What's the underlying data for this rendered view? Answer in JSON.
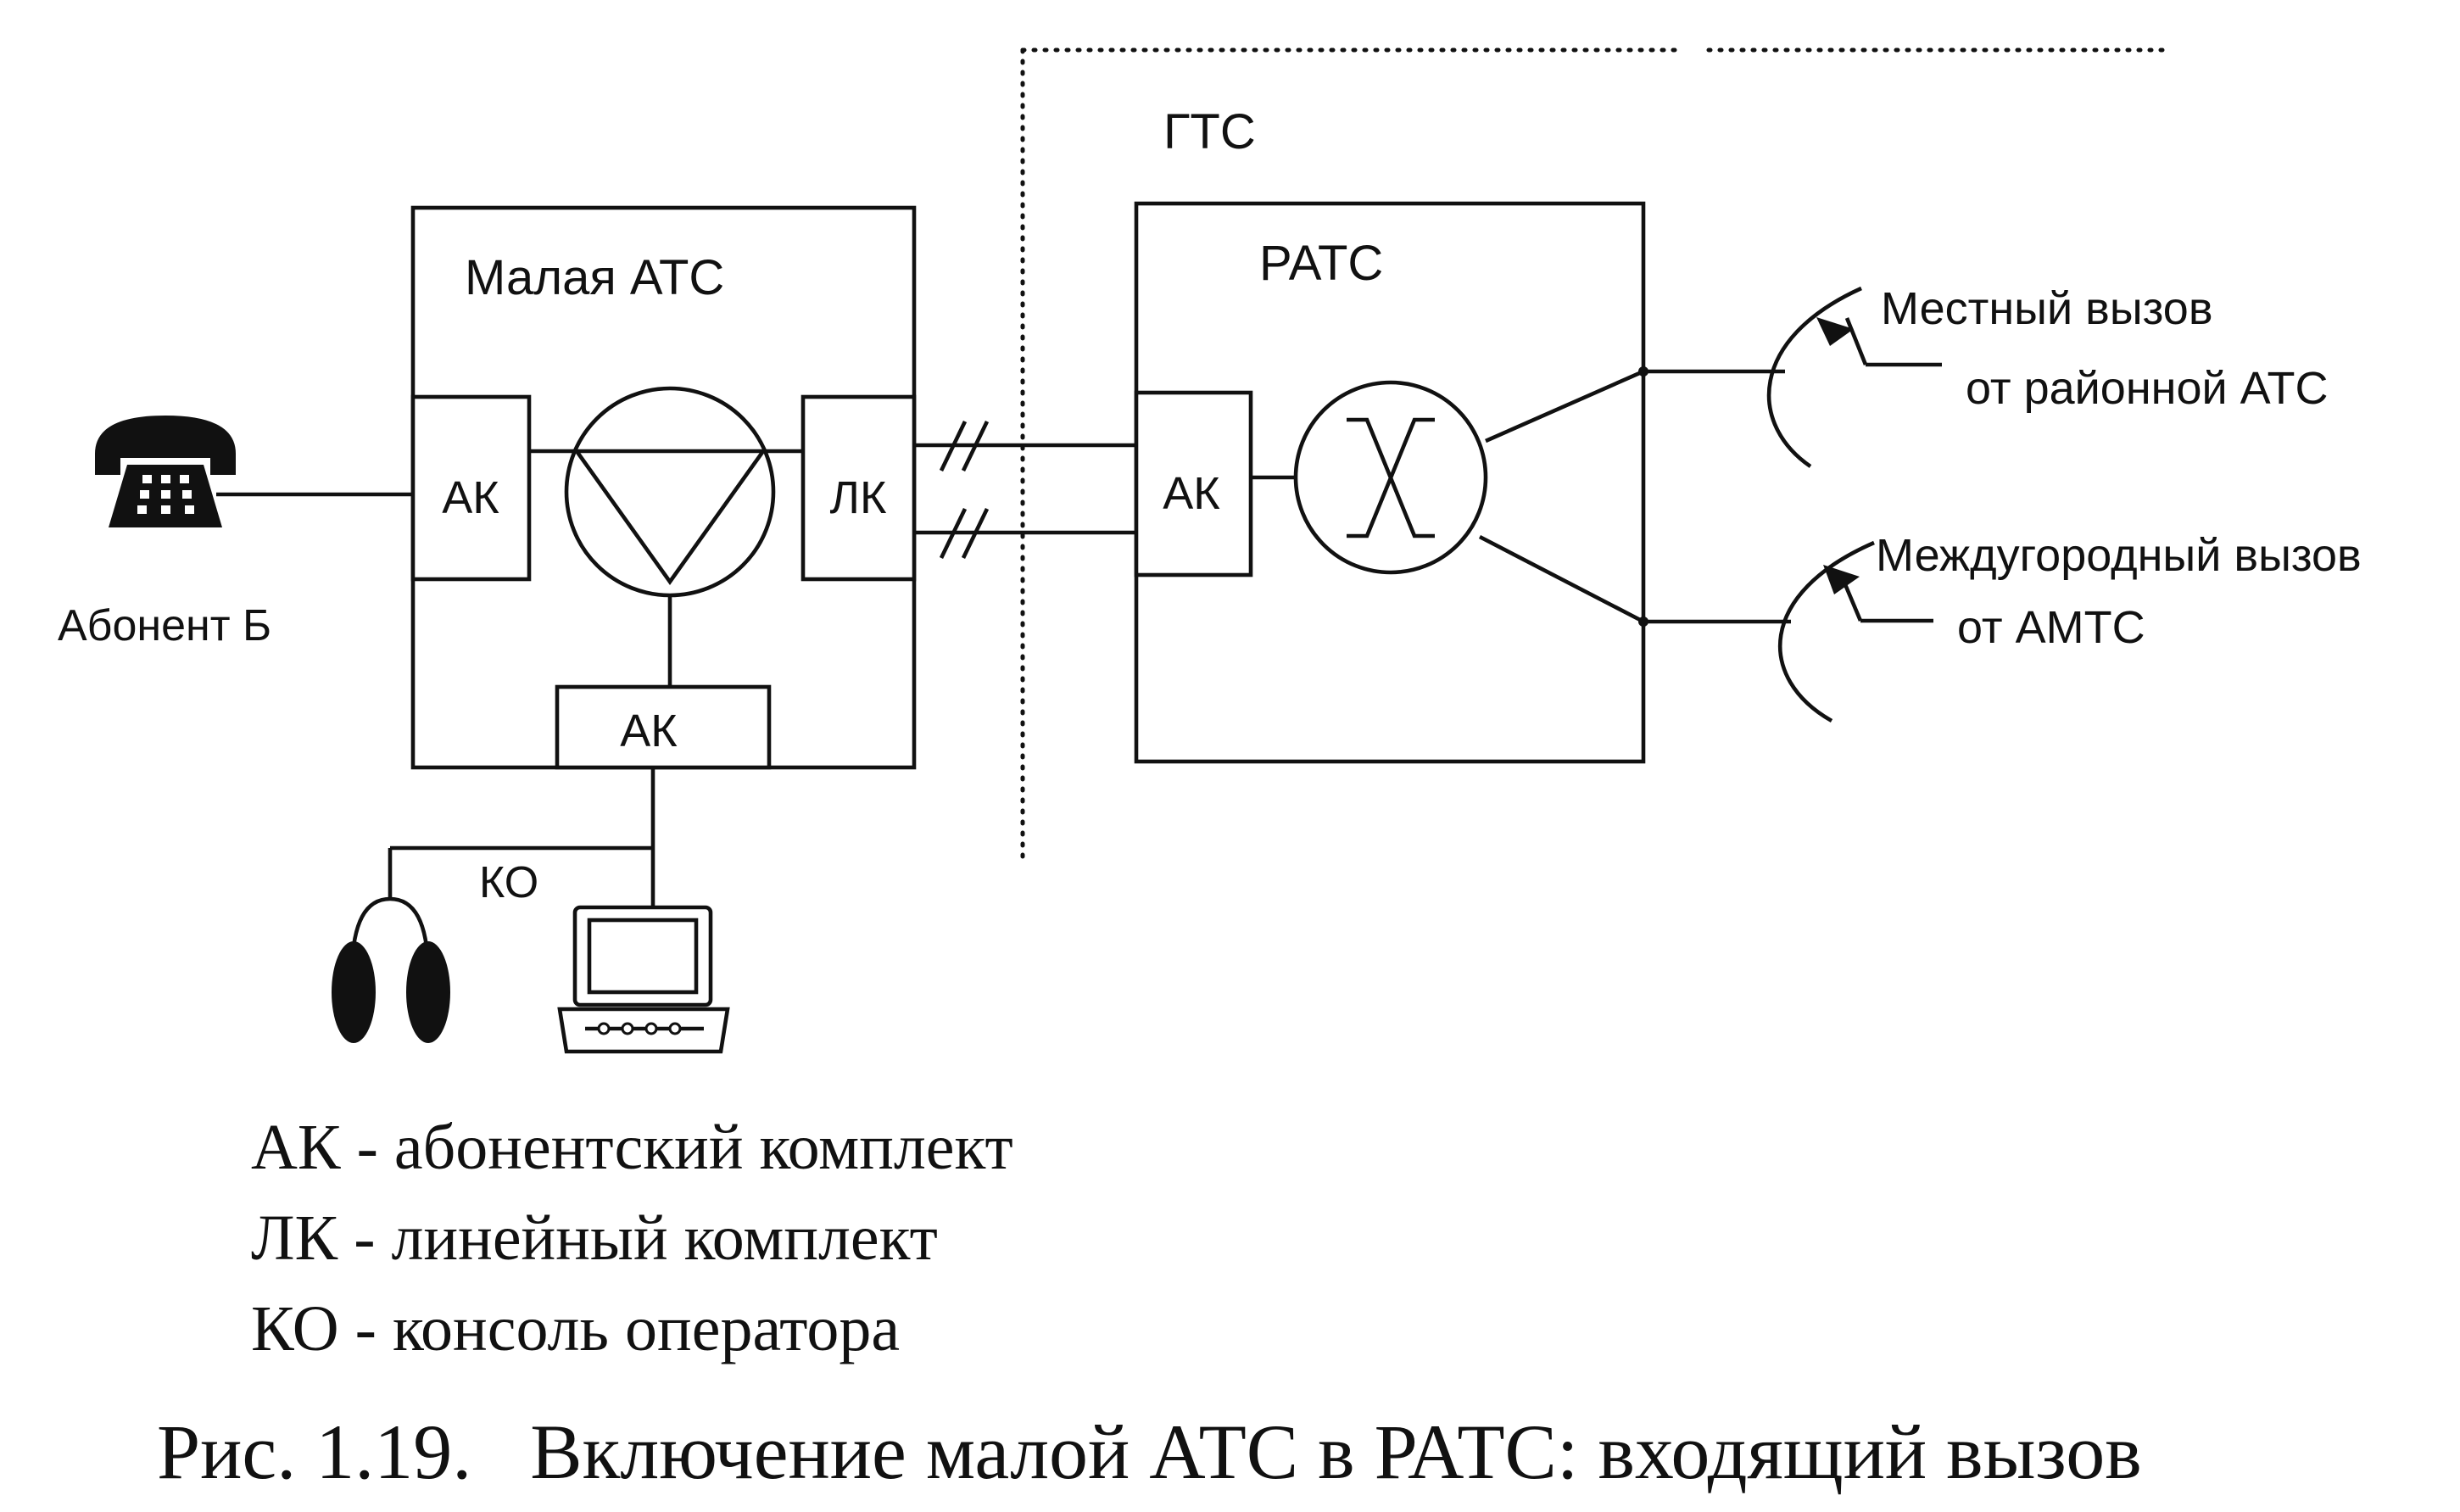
{
  "labels": {
    "small_pbx": "Малая АТС",
    "gts": "ГТС",
    "rats": "РАТС",
    "ak_left": "АК",
    "lk": "ЛК",
    "ak_bottom": "АК",
    "ak_rats": "АК",
    "subscriber": "Абонент Б",
    "ko": "КО",
    "local_call_line1": "Местный вызов",
    "local_call_line2": "от районной АТС",
    "long_call_line1": "Междугородный вызов",
    "long_call_line2": "от АМТС"
  },
  "legend": [
    "АК - абонентский комплект",
    "ЛК - линейный комплект",
    "КО - консоль оператора"
  ],
  "caption": "Рис. 1.19.   Включение малой АТС в РАТС: входящий вызов",
  "icons": {
    "subscriber_phone": "telephone-icon",
    "operator_headphones": "headphones-icon",
    "operator_terminal": "computer-terminal-icon"
  }
}
